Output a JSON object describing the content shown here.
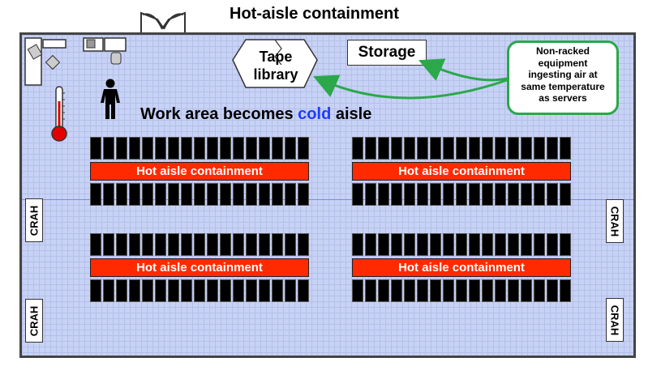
{
  "title": "Hot-aisle containment",
  "tape_library": {
    "line1": "Tape",
    "line2": "library"
  },
  "storage_label": "Storage",
  "callout": {
    "lines": [
      "Non-racked",
      "equipment",
      "ingesting air at",
      "same temperature",
      "as servers"
    ]
  },
  "work_area": {
    "prefix": "Work area becomes ",
    "cold_word": "cold",
    "suffix": " aisle"
  },
  "blocks": [
    {
      "containment_label": "Hot aisle containment"
    },
    {
      "containment_label": "Hot aisle containment"
    },
    {
      "containment_label": "Hot aisle containment"
    },
    {
      "containment_label": "Hot aisle containment"
    }
  ],
  "crah_units": [
    {
      "label": "CRAH"
    },
    {
      "label": "CRAH"
    },
    {
      "label": "CRAH"
    },
    {
      "label": "CRAH"
    }
  ],
  "colors": {
    "containment": "#ff2a00",
    "callout_border": "#2aa84a",
    "cold_text": "#1f3bff",
    "floor": "#c8d2f5"
  },
  "icons": [
    "door-icon",
    "person-icon",
    "thermometer-icon",
    "desk-furniture-icon"
  ]
}
